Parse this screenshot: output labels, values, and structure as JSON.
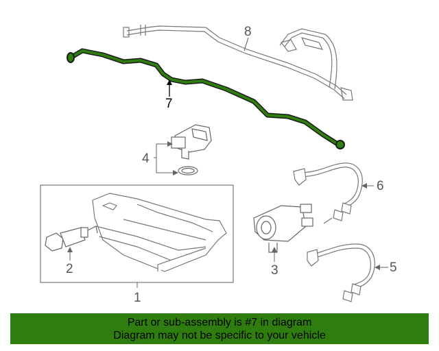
{
  "callouts": {
    "c1": "1",
    "c2": "2",
    "c3": "3",
    "c4": "4",
    "c5": "5",
    "c6": "6",
    "c7": "7",
    "c8": "8"
  },
  "banner": {
    "line1": "Part or sub-assembly is #7 in diagram",
    "line2": "Diagram may not be specific to your vehicle"
  },
  "colors": {
    "highlight": "#2e7d0e",
    "line": "#666666",
    "banner_bg": "#2e7d0e"
  },
  "highlighted_part": "7"
}
